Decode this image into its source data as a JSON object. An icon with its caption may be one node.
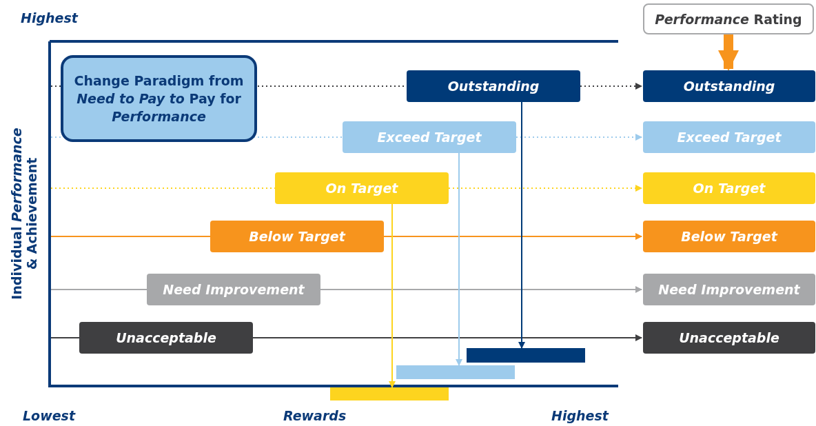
{
  "diagram": {
    "nodes": [
      {
        "text": [
          "Change Paradigm from *Need to Pay to* Pay for *Performance*"
        ]
      },
      {
        "text": [
          "Outstanding"
        ]
      },
      {
        "text": [
          "Exceed Target"
        ]
      },
      {
        "text": [
          "On Target"
        ]
      },
      {
        "text": [
          "Below Target"
        ]
      },
      {
        "text": [
          "Need Improvement"
        ]
      },
      {
        "text": [
          "Unacceptable"
        ]
      },
      {
        "text": [
          "*Performance* Rating"
        ]
      },
      {
        "text": [
          "Outstanding"
        ]
      },
      {
        "text": [
          "Exceed Target"
        ]
      },
      {
        "text": [
          "On Target"
        ]
      },
      {
        "text": [
          "Below Target"
        ]
      },
      {
        "text": [
          "Need Improvement"
        ]
      },
      {
        "text": [
          "Unacceptable"
        ]
      },
      {
        "text": [],
        "shape": "bar"
      },
      {
        "text": [],
        "shape": "bar"
      },
      {
        "text": [],
        "shape": "bar"
      }
    ],
    "edges": [
      {
        "from": 1,
        "to": 8,
        "arrow": "to",
        "style": "dashed",
        "color": "#3f3f41"
      },
      {
        "from": 2,
        "to": 9,
        "arrow": "to",
        "style": "dashed",
        "color": "#9dcbec"
      },
      {
        "from": 3,
        "to": 10,
        "arrow": "to",
        "style": "dashed",
        "color": "#fdd41f"
      },
      {
        "from": 4,
        "to": 11,
        "arrow": "to",
        "color": "#f7941d"
      },
      {
        "from": 5,
        "to": 12,
        "arrow": "to",
        "color": "#a7a8aa"
      },
      {
        "from": 6,
        "to": 13,
        "arrow": "to",
        "color": "#3f3f41"
      },
      {
        "from": 7,
        "to": 8,
        "arrow": "to",
        "style": "thick",
        "color": "#f7941d"
      },
      {
        "from": 1,
        "to": 16,
        "arrow": "to",
        "color": "#003a78"
      },
      {
        "from": 2,
        "to": 15,
        "arrow": "to",
        "color": "#9dcbec"
      },
      {
        "from": 3,
        "to": 14,
        "arrow": "to",
        "color": "#fdd41f"
      }
    ],
    "labels": [
      "Highest",
      "Individual *Performance* & Achievement",
      "Lowest",
      "Rewards",
      "Highest"
    ]
  }
}
